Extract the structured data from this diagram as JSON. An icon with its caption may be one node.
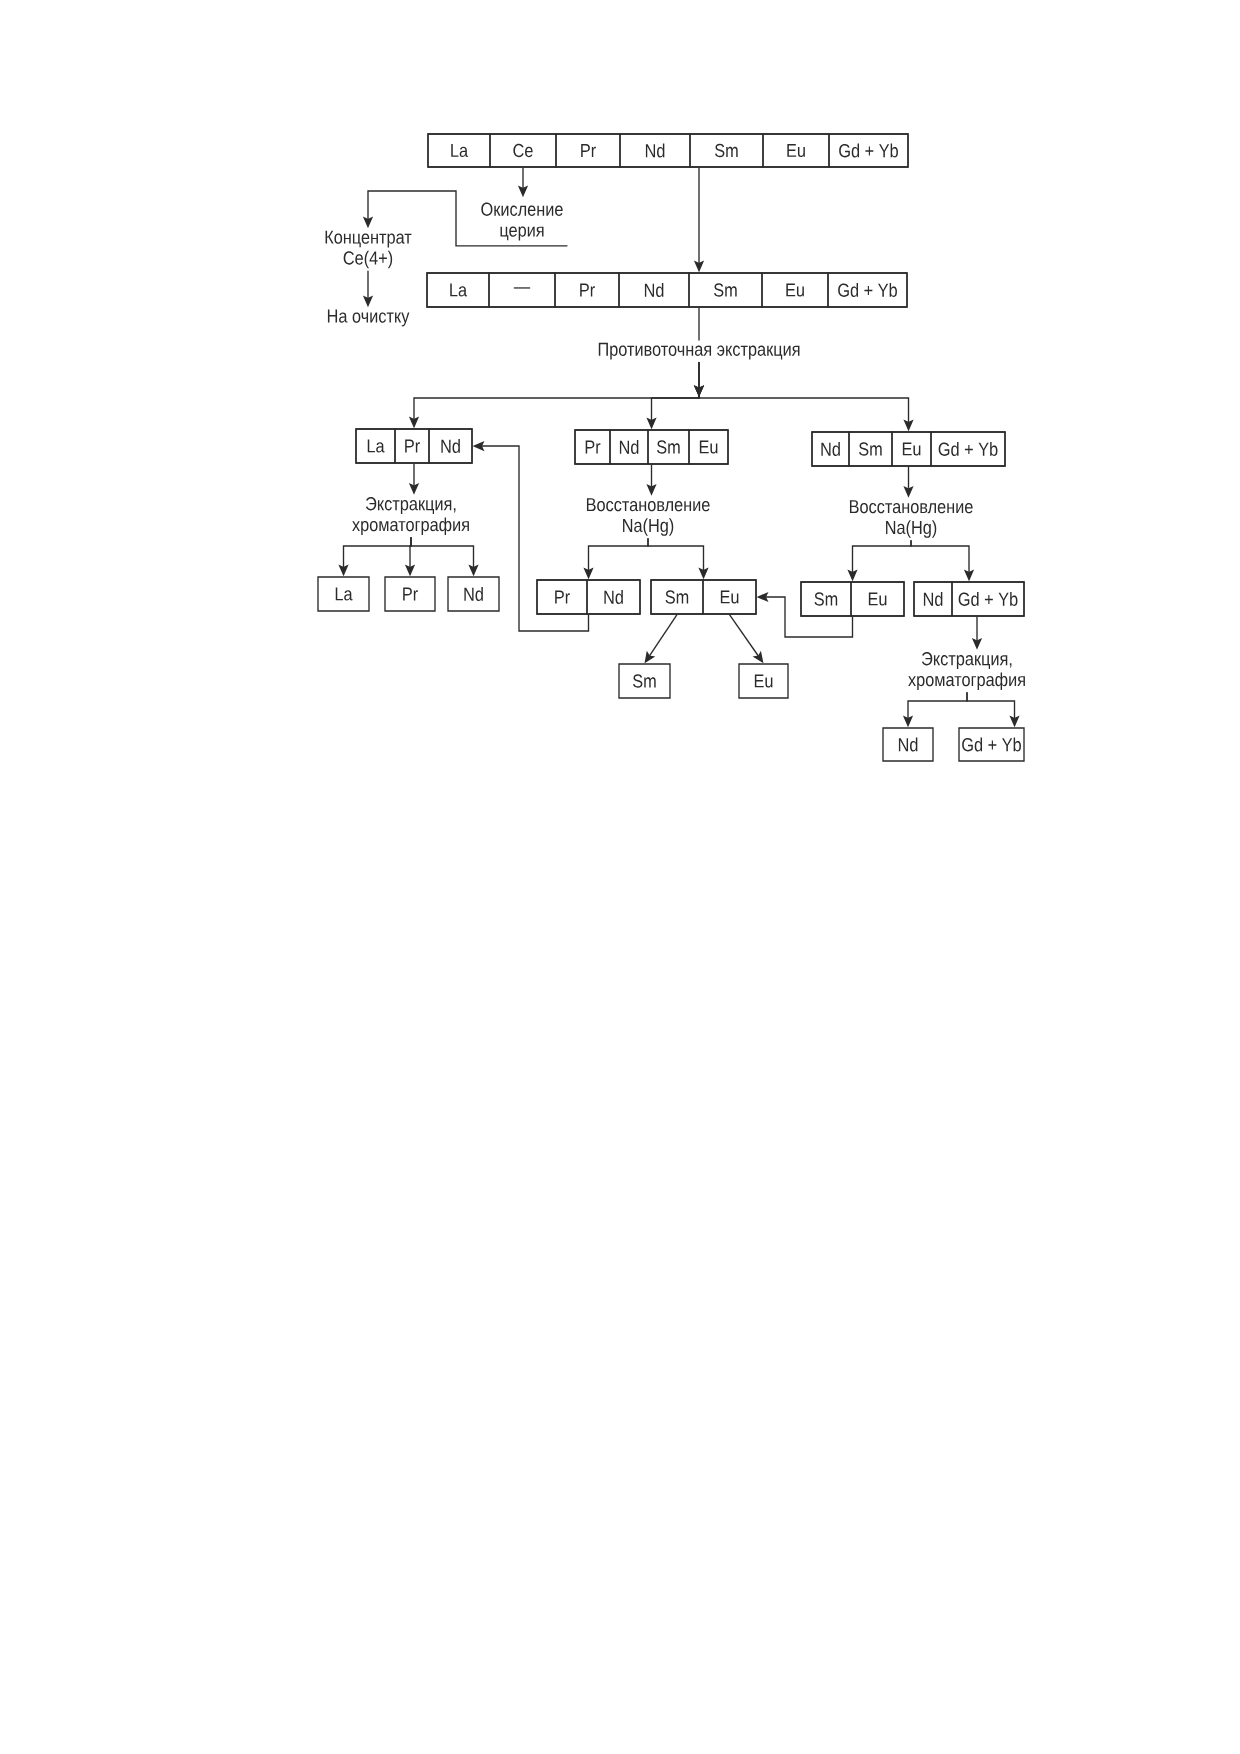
{
  "diagram": {
    "nodes": [
      {
        "text": [],
        "shape": "box"
      },
      {
        "text": [
          "La"
        ],
        "in": 0
      },
      {
        "text": [
          "Ce"
        ],
        "in": 0
      },
      {
        "text": [
          "Pr"
        ],
        "in": 0
      },
      {
        "text": [
          "Nd"
        ],
        "in": 0
      },
      {
        "text": [
          "Sm"
        ],
        "in": 0
      },
      {
        "text": [
          "Eu"
        ],
        "in": 0
      },
      {
        "text": [
          "Gd + Yb"
        ],
        "in": 0
      },
      {
        "text": [
          "Окисление церия"
        ]
      },
      {
        "text": [
          "Концентрат Ce(4+)"
        ]
      },
      {
        "text": [
          "На очистку"
        ]
      },
      {
        "text": [],
        "shape": "box"
      },
      {
        "text": [
          "La"
        ],
        "in": 11
      },
      {
        "text": [
          "—"
        ],
        "in": 11
      },
      {
        "text": [
          "Pr"
        ],
        "in": 11
      },
      {
        "text": [
          "Nd"
        ],
        "in": 11
      },
      {
        "text": [
          "Sm"
        ],
        "in": 11
      },
      {
        "text": [
          "Eu"
        ],
        "in": 11
      },
      {
        "text": [
          "Gd + Yb"
        ],
        "in": 11
      },
      {
        "text": [
          "Противоточная экстракция"
        ]
      },
      {
        "text": [],
        "shape": "box"
      },
      {
        "text": [
          "La"
        ],
        "in": 20
      },
      {
        "text": [
          "Pr"
        ],
        "in": 20
      },
      {
        "text": [
          "Nd"
        ],
        "in": 20
      },
      {
        "text": [],
        "shape": "box"
      },
      {
        "text": [
          "Pr"
        ],
        "in": 24
      },
      {
        "text": [
          "Nd"
        ],
        "in": 24
      },
      {
        "text": [
          "Sm"
        ],
        "in": 24
      },
      {
        "text": [
          "Eu"
        ],
        "in": 24
      },
      {
        "text": [],
        "shape": "box"
      },
      {
        "text": [
          "Nd"
        ],
        "in": 29
      },
      {
        "text": [
          "Sm"
        ],
        "in": 29
      },
      {
        "text": [
          "Eu"
        ],
        "in": 29
      },
      {
        "text": [
          "Gd + Yb"
        ],
        "in": 29
      },
      {
        "text": [
          "Экстракция, хроматография"
        ]
      },
      {
        "text": [
          "Восстановление Na(Hg)"
        ]
      },
      {
        "text": [
          "Восстановление Na(Hg)"
        ]
      },
      {
        "text": [
          "La"
        ]
      },
      {
        "text": [
          "Pr"
        ]
      },
      {
        "text": [
          "Nd"
        ]
      },
      {
        "text": [],
        "shape": "box"
      },
      {
        "text": [
          "Pr"
        ],
        "in": 40
      },
      {
        "text": [
          "Nd"
        ],
        "in": 40
      },
      {
        "text": [],
        "shape": "box"
      },
      {
        "text": [
          "Sm"
        ],
        "in": 43
      },
      {
        "text": [
          "Eu"
        ],
        "in": 43
      },
      {
        "text": [],
        "shape": "box"
      },
      {
        "text": [
          "Sm"
        ],
        "in": 46
      },
      {
        "text": [
          "Eu"
        ],
        "in": 46
      },
      {
        "text": [],
        "shape": "box"
      },
      {
        "text": [
          "Nd"
        ],
        "in": 49
      },
      {
        "text": [
          "Gd + Yb"
        ],
        "in": 49
      },
      {
        "text": [
          "Sm"
        ]
      },
      {
        "text": [
          "Eu"
        ]
      },
      {
        "text": [
          "Экстракция, хроматография"
        ]
      },
      {
        "text": [
          "Nd"
        ]
      },
      {
        "text": [
          "Gd + Yb"
        ]
      }
    ],
    "edges": [
      {
        "from": 2,
        "to": 8,
        "arrow": "to"
      },
      {
        "from": 8,
        "to": 9,
        "arrow": "to"
      },
      {
        "from": 9,
        "to": 10,
        "arrow": "to"
      },
      {
        "from": 0,
        "to": 11,
        "arrow": "to"
      },
      {
        "from": 11,
        "to": 19,
        "arrow": "none"
      },
      {
        "from": 19,
        "to": 20,
        "arrow": "to"
      },
      {
        "from": 19,
        "to": 24,
        "arrow": "to"
      },
      {
        "from": 19,
        "to": 29,
        "arrow": "to"
      },
      {
        "from": 20,
        "to": 34,
        "arrow": "to"
      },
      {
        "from": 24,
        "to": 35,
        "arrow": "to"
      },
      {
        "from": 29,
        "to": 36,
        "arrow": "to"
      },
      {
        "from": 34,
        "to": 37,
        "arrow": "to"
      },
      {
        "from": 34,
        "to": 38,
        "arrow": "to"
      },
      {
        "from": 34,
        "to": 39,
        "arrow": "to"
      },
      {
        "from": 35,
        "to": 40,
        "arrow": "to"
      },
      {
        "from": 35,
        "to": 43,
        "arrow": "to"
      },
      {
        "from": 36,
        "to": 46,
        "arrow": "to"
      },
      {
        "from": 36,
        "to": 49,
        "arrow": "to"
      },
      {
        "from": 40,
        "to": 20,
        "arrow": "to"
      },
      {
        "from": 46,
        "to": 43,
        "arrow": "to"
      },
      {
        "from": 44,
        "to": 52,
        "arrow": "to"
      },
      {
        "from": 45,
        "to": 53,
        "arrow": "to"
      },
      {
        "from": 49,
        "to": 54,
        "arrow": "to"
      },
      {
        "from": 54,
        "to": 55,
        "arrow": "to"
      },
      {
        "from": 54,
        "to": 56,
        "arrow": "to"
      }
    ]
  }
}
